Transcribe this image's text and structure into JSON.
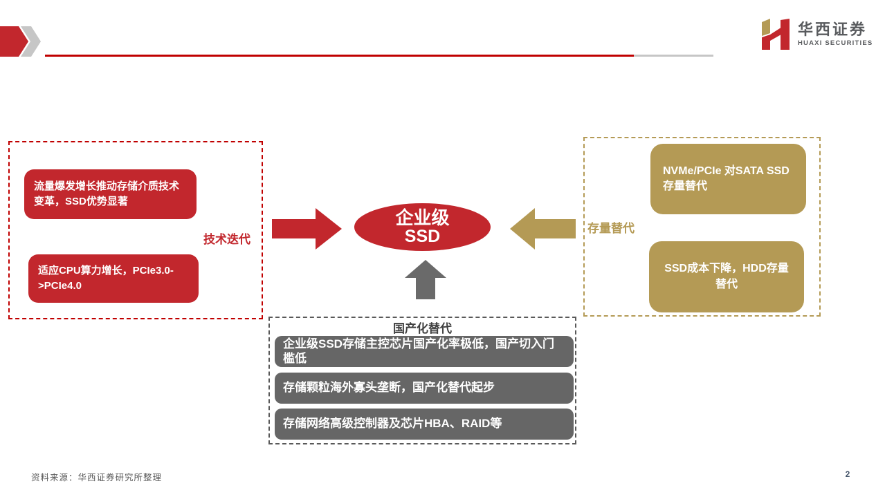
{
  "header": {
    "logo_cn": "华西证券",
    "logo_en": "HUAXI SECURITIES"
  },
  "diagram": {
    "center": {
      "line1": "企业级",
      "line2": "SSD"
    },
    "left_group": {
      "label": "技术迭代",
      "items": [
        "流量爆发增长推动存储介质技术变革，SSD优势显著",
        "适应CPU算力增长，PCIe3.0->PCIe4.0"
      ]
    },
    "right_group": {
      "label": "存量替代",
      "items": [
        "NVMe/PCIe 对SATA SSD存量替代",
        "SSD成本下降，HDD存量替代"
      ]
    },
    "bottom_group": {
      "label": "国产化替代",
      "items": [
        "企业级SSD存储主控芯片国产化率极低，国产切入门槛低",
        "存储颗粒海外寡头垄断，国产化替代起步",
        "存储网络高级控制器及芯片HBA、RAID等"
      ]
    }
  },
  "footer": {
    "source": "资料来源：华西证券研究所整理",
    "page": "2"
  },
  "colors": {
    "brand_red": "#c2272d",
    "rule_red": "#c00000",
    "gold": "#b49a55",
    "gray_box": "#666666",
    "dashed_gray": "#595959",
    "rule_gray": "#c6c6c6",
    "title_dark": "#404040"
  }
}
